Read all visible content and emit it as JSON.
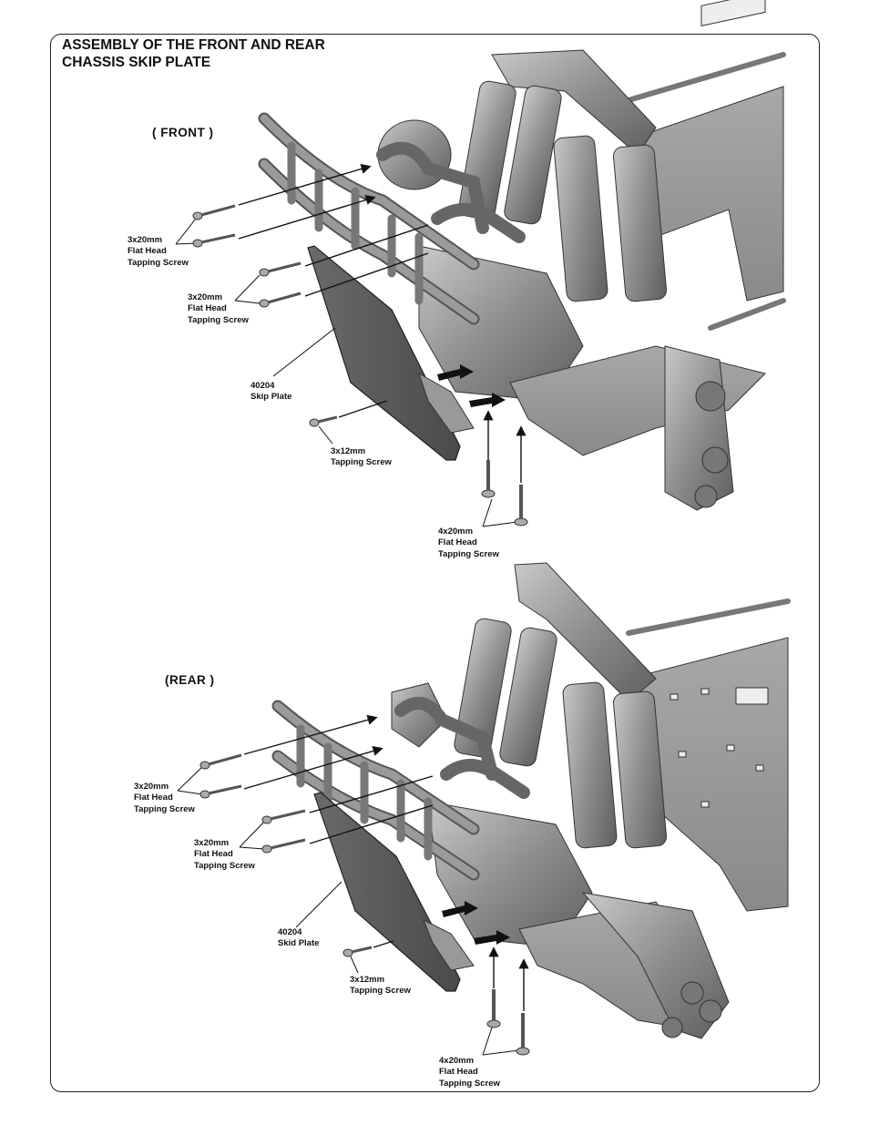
{
  "title": {
    "line1": "ASSEMBLY OF THE FRONT AND REAR",
    "line2": "CHASSIS SKIP PLATE"
  },
  "front": {
    "label": "( FRONT )",
    "callouts": {
      "bumper_screw_upper": {
        "l1": "3x20mm",
        "l2": "Flat Head",
        "l3": "Tapping Screw"
      },
      "bumper_screw_lower": {
        "l1": "3x20mm",
        "l2": "Flat Head",
        "l3": "Tapping Screw"
      },
      "plate": {
        "l1": "40204",
        "l2": "Skip Plate"
      },
      "plate_screw": {
        "l1": "3x12mm",
        "l2": "Tapping Screw"
      },
      "bottom_screws": {
        "l1": "4x20mm",
        "l2": "Flat Head",
        "l3": "Tapping Screw"
      }
    }
  },
  "rear": {
    "label": "(REAR )",
    "callouts": {
      "bumper_screw_upper": {
        "l1": "3x20mm",
        "l2": "Flat Head",
        "l3": "Tapping Screw"
      },
      "bumper_screw_lower": {
        "l1": "3x20mm",
        "l2": "Flat Head",
        "l3": "Tapping Screw"
      },
      "plate": {
        "l1": "40204",
        "l2": "Skid Plate"
      },
      "plate_screw": {
        "l1": "3x12mm",
        "l2": "Tapping Screw"
      },
      "bottom_screws": {
        "l1": "4x20mm",
        "l2": "Flat Head",
        "l3": "Tapping Screw"
      }
    }
  }
}
